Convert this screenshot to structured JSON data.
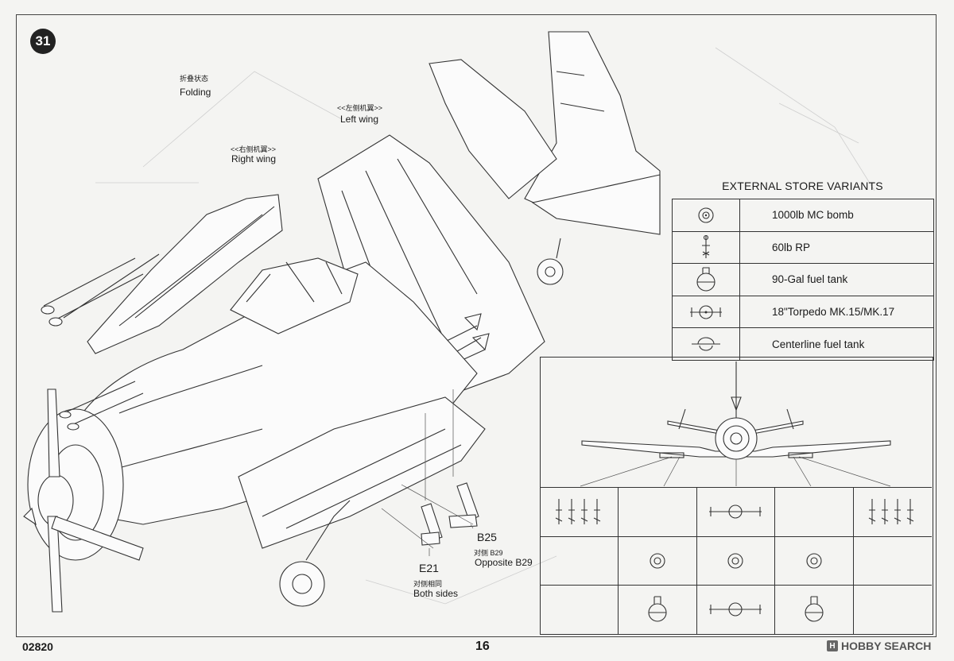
{
  "step": {
    "number": "31"
  },
  "folding": {
    "cn": "折叠状态",
    "en": "Folding"
  },
  "right_wing": {
    "cn": "<<右侧机翼>>",
    "en": "Right wing"
  },
  "left_wing": {
    "cn": "<<左侧机翼>>",
    "en": "Left wing"
  },
  "parts": {
    "b25": {
      "code": "B25",
      "note_cn": "对侧 B29",
      "note_en": "Opposite B29"
    },
    "e21": {
      "code": "E21",
      "note_cn": "对侧相同",
      "note_en": "Both sides"
    }
  },
  "external_stores": {
    "title": "EXTERNAL STORE VARIANTS",
    "items": [
      {
        "label": "1000lb MC bomb",
        "icon": "bomb-icon"
      },
      {
        "label": "60lb RP",
        "icon": "rocket-icon"
      },
      {
        "label": "90-Gal fuel tank",
        "icon": "fuel-tank-icon"
      },
      {
        "label": "18\"Torpedo MK.15/MK.17",
        "icon": "torpedo-icon"
      },
      {
        "label": "Centerline fuel tank",
        "icon": "centerline-tank-icon"
      }
    ]
  },
  "variant_grid": [
    [
      "rockets-4",
      "",
      "torpedo",
      "",
      "rockets-4"
    ],
    [
      "",
      "bomb",
      "bomb",
      "bomb",
      ""
    ],
    [
      "",
      "fuel-tank",
      "torpedo",
      "fuel-tank",
      ""
    ]
  ],
  "footer": {
    "code": "02820",
    "page": "16",
    "watermark": "HOBBY SEARCH"
  },
  "colors": {
    "ink": "#1a1a1a",
    "paper": "#f4f4f2"
  }
}
